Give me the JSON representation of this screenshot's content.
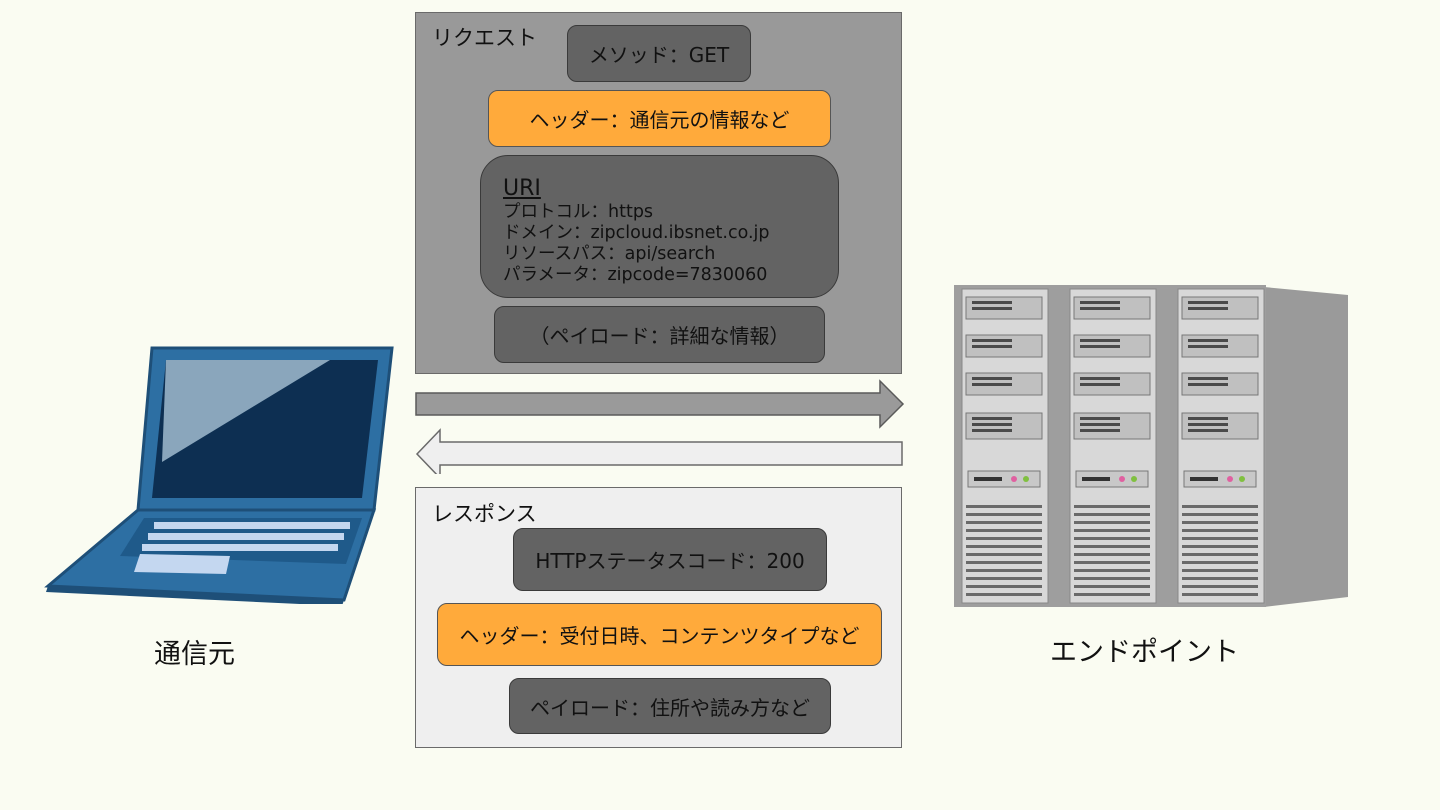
{
  "request": {
    "title": "リクエスト",
    "method": "メソッド：GET",
    "header": "ヘッダー：通信元の情報など",
    "uri": {
      "title": "URI",
      "lines": [
        "プロトコル：https",
        "ドメイン：zipcloud.ibsnet.co.jp",
        "リソースパス：api/search",
        "パラメータ：zipcode=7830060"
      ]
    },
    "payload": "（ペイロード：詳細な情報）"
  },
  "response": {
    "title": "レスポンス",
    "status": "HTTPステータスコード：200",
    "header": "ヘッダー：受付日時、コンテンツタイプなど",
    "payload": "ペイロード：住所や読み方など"
  },
  "client_label": "通信元",
  "server_label": "エンドポイント",
  "colors": {
    "background": "#fafcf2",
    "request_panel": "#999999",
    "response_panel": "#efefef",
    "gray_box": "#636363",
    "orange_box": "#ffaa3b",
    "laptop": "#2d6fa3"
  },
  "icons": [
    "laptop-icon",
    "server-rack-icon",
    "arrow-right-icon",
    "arrow-left-icon"
  ]
}
